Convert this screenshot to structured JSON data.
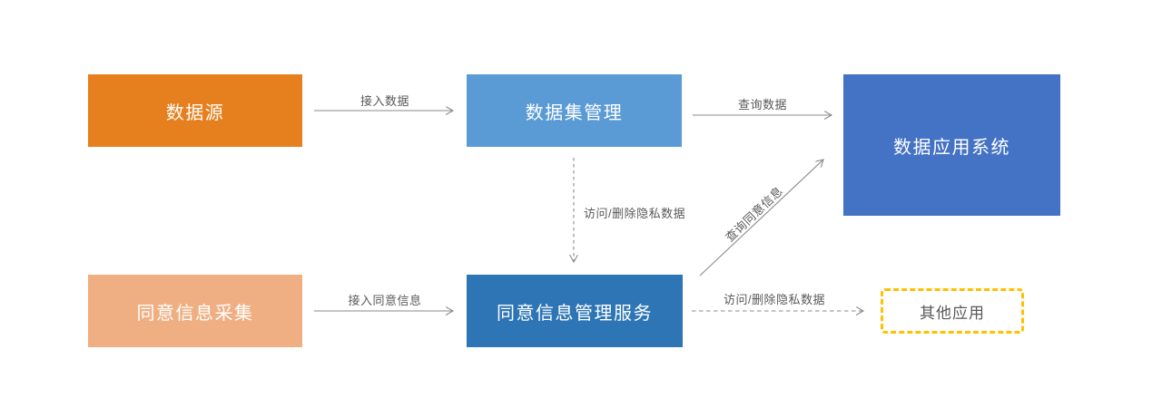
{
  "diagram": {
    "nodes": {
      "data_source": {
        "label": "数据源",
        "fill": "#E6801E",
        "text_color": "#FFFFFF"
      },
      "dataset_mgmt": {
        "label": "数据集管理",
        "fill": "#5B9BD5",
        "text_color": "#FFFFFF"
      },
      "data_app_system": {
        "label": "数据应用系统",
        "fill": "#4472C4",
        "text_color": "#FFFFFF"
      },
      "consent_collection": {
        "label": "同意信息采集",
        "fill": "#EFAF82",
        "text_color": "#FFFFFF"
      },
      "consent_service": {
        "label": "同意信息管理服务",
        "fill": "#2E75B6",
        "text_color": "#FFFFFF"
      },
      "other_apps": {
        "label": "其他应用",
        "border_color": "#FFC000",
        "text_color": "#595959"
      }
    },
    "edges": {
      "access_data": {
        "label": "接入数据",
        "style": "solid"
      },
      "query_data": {
        "label": "查询数据",
        "style": "solid"
      },
      "access_delete_private_v": {
        "label": "访问/删除隐私数据",
        "style": "dashed"
      },
      "access_consent_info": {
        "label": "接入同意信息",
        "style": "solid"
      },
      "query_consent_info": {
        "label": "查询同意信息",
        "style": "solid"
      },
      "access_delete_private_h": {
        "label": "访问/删除隐私数据",
        "style": "dashed"
      }
    },
    "line_color": "#8A8A8A"
  }
}
